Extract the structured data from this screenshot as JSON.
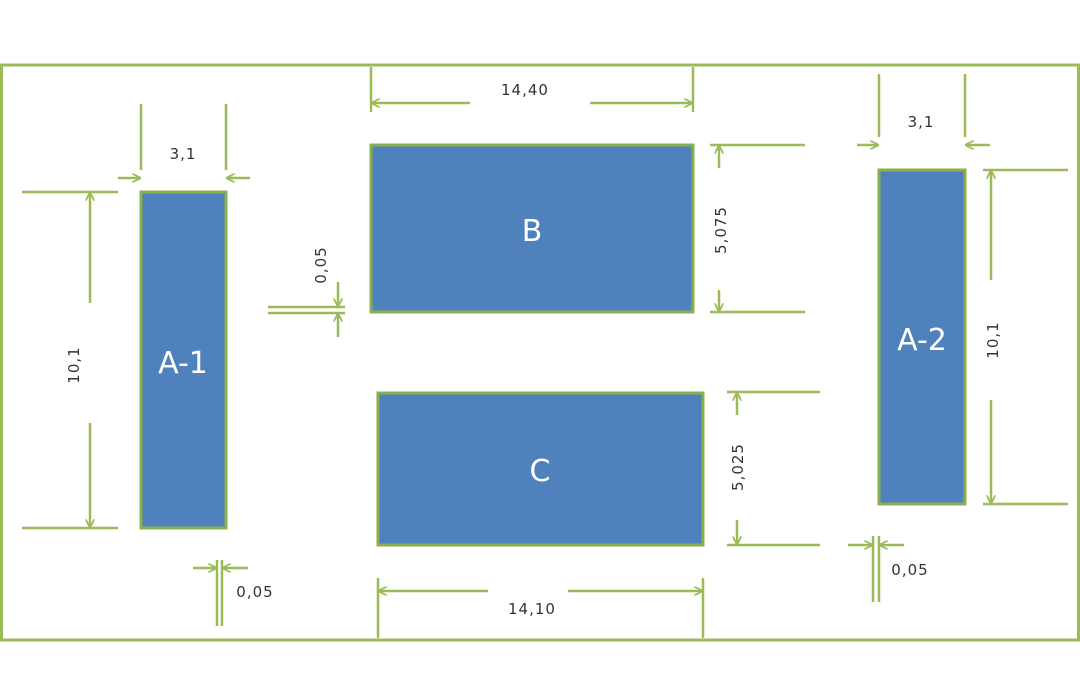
{
  "colors": {
    "line": "#9bbb59",
    "block_fill": "#4f81bd",
    "block_stroke": "#8ab04e",
    "dim_text": "#333333",
    "block_text": "#ffffff"
  },
  "blocks": {
    "a1": "A-1",
    "a2": "A-2",
    "b": "B",
    "c": "C"
  },
  "dimensions": {
    "a1_width": "3,1",
    "a1_height": "10,1",
    "a1_gap": "0,05",
    "a2_width": "3,1",
    "a2_height": "10,1",
    "a2_gap": "0,05",
    "b_width": "14,40",
    "b_height": "5,075",
    "b_gap": "0,05",
    "c_width": "14,10",
    "c_height": "5,025"
  }
}
